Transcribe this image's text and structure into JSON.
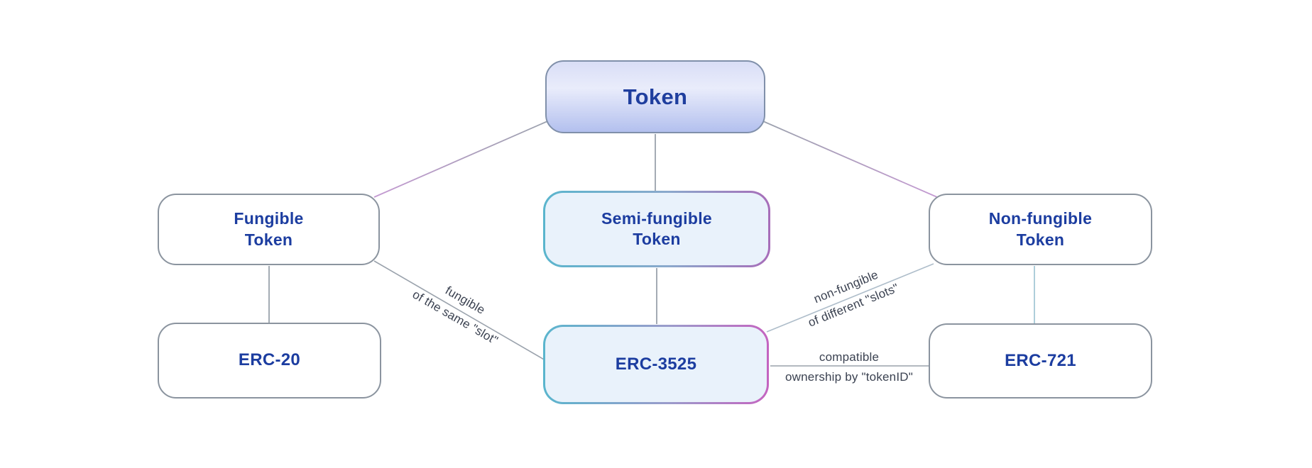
{
  "nodes": {
    "token": {
      "label": "Token"
    },
    "fungible": {
      "line1": "Fungible",
      "line2": "Token"
    },
    "semi_fungible": {
      "line1": "Semi-fungible",
      "line2": "Token"
    },
    "non_fungible": {
      "line1": "Non-fungible",
      "line2": "Token"
    },
    "erc20": {
      "label": "ERC-20"
    },
    "erc3525": {
      "label": "ERC-3525"
    },
    "erc721": {
      "label": "ERC-721"
    }
  },
  "edge_labels": {
    "fungible_same_slot": {
      "line1": "fungible",
      "line2": "of the same \"slot\""
    },
    "non_fungible_different_slots": {
      "line1": "non-fungible",
      "line2": "of different \"slots\""
    },
    "compatible_ownership": {
      "line1": "compatible",
      "line2": "ownership by \"tokenID\""
    }
  },
  "colors": {
    "node_text": "#1c3da0",
    "box_border_gray": "#8b949f",
    "token_fill_top": "#d9def6",
    "token_fill_bottom": "#b3c0ee",
    "token_border": "#8090aa",
    "highlight_fill": "#e9f2fb",
    "border_cyan": "#5ab5cd",
    "border_purple": "#a76db9",
    "border_magenta": "#c464c0",
    "edge_gray": "#9aa2ac",
    "edge_purple_tint": "#c49ad2",
    "edge_light_blue": "#a5c8d6",
    "edge_label_text": "#3b4251",
    "background": "#ffffff"
  }
}
